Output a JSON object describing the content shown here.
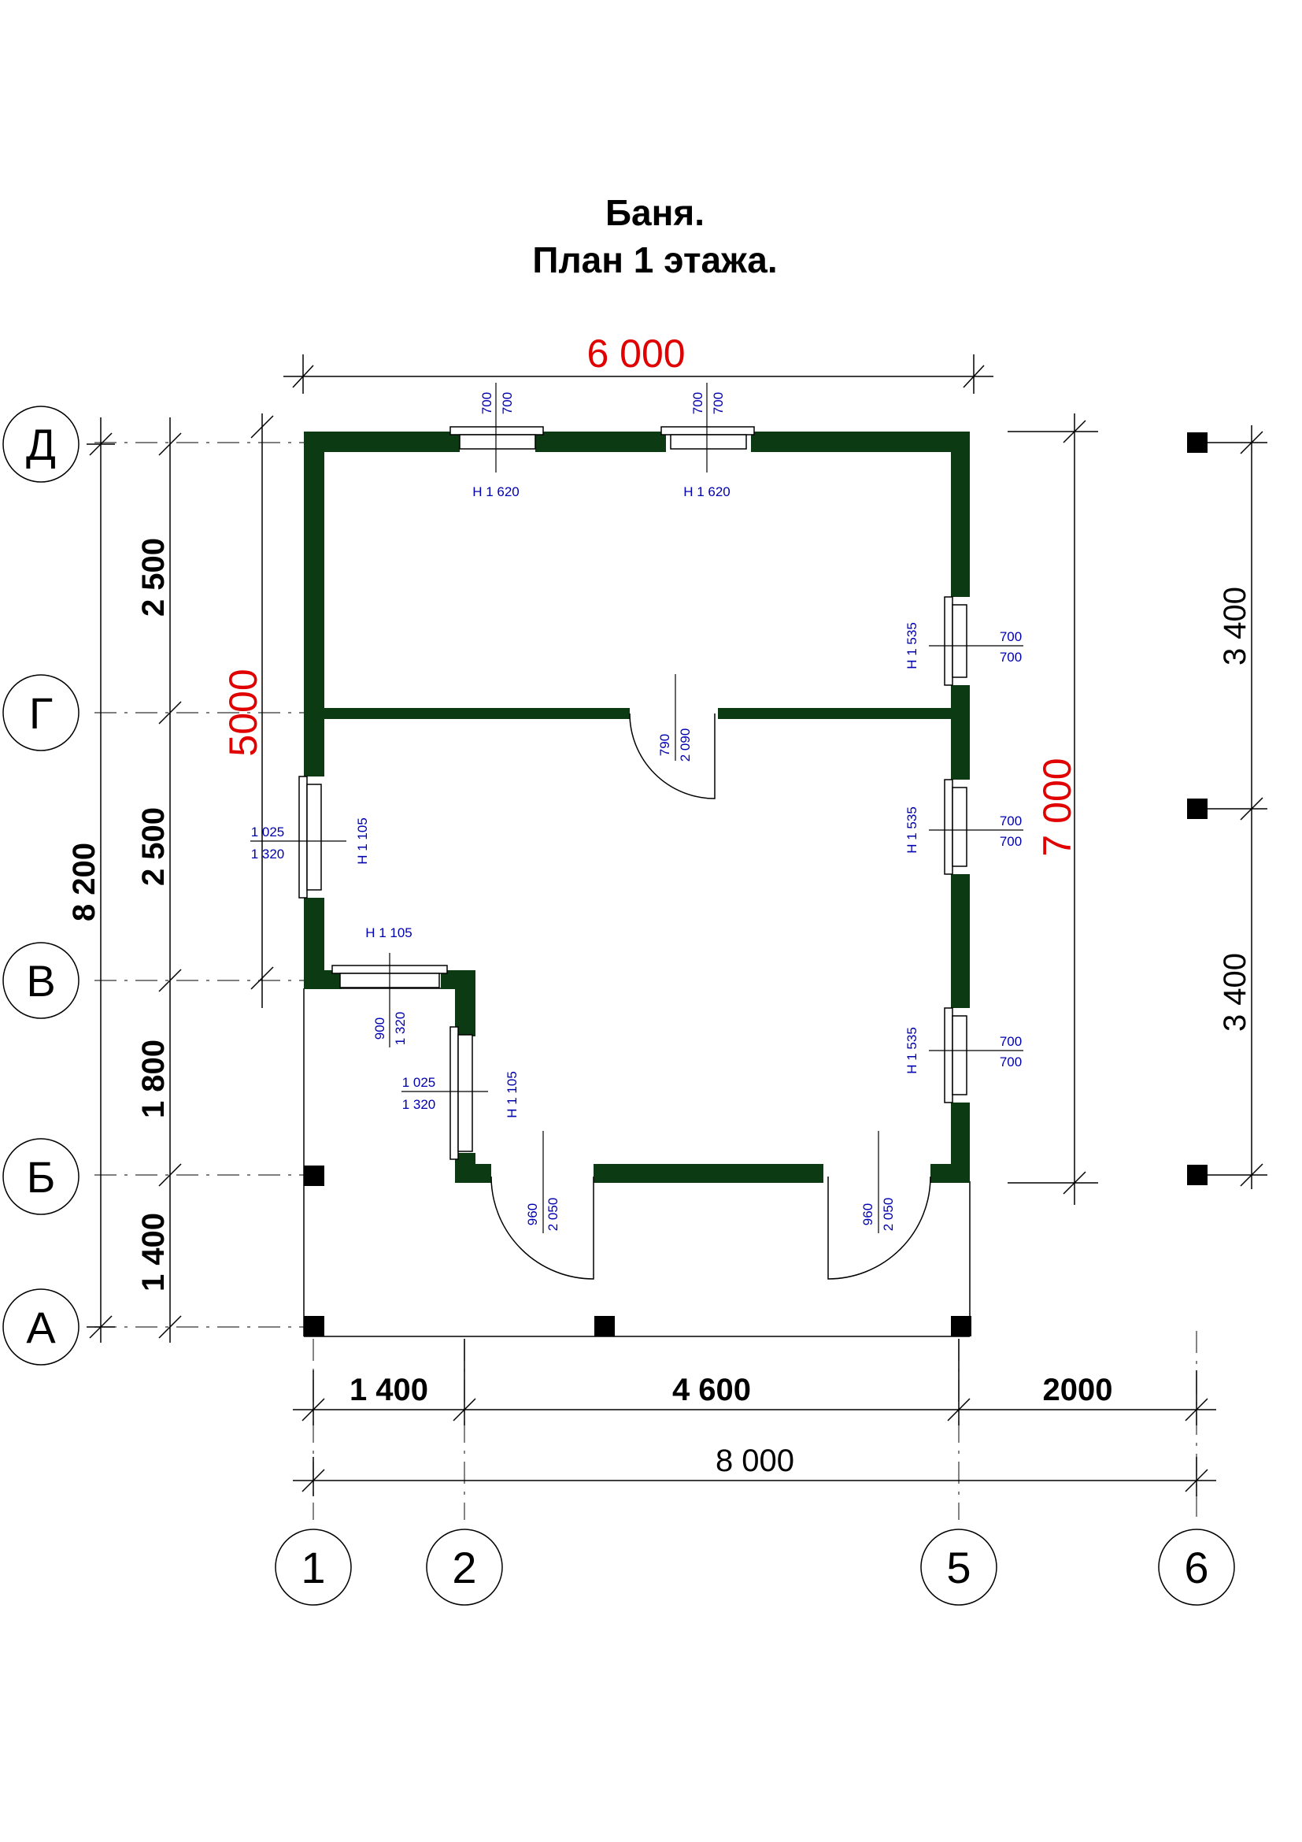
{
  "title": {
    "line1": "Баня.",
    "line2": "План 1 этажа."
  },
  "axes": {
    "rows": [
      "Д",
      "Г",
      "В",
      "Б",
      "А"
    ],
    "columns": [
      "1",
      "2",
      "5",
      "6"
    ]
  },
  "dimensions": {
    "top_overall": "6 000",
    "left_overall": "8 200",
    "left_segments": [
      "2 500",
      "2 500",
      "1 800",
      "1 400"
    ],
    "left_inner_red": "5000",
    "right_red": "7 000",
    "right_segments": [
      "3 400",
      "3 400"
    ],
    "bottom_segments": [
      "1 400",
      "4 600",
      "2000"
    ],
    "bottom_overall": "8 000"
  },
  "openings": {
    "top_window_1": {
      "w": "700",
      "h": "700",
      "sill": "Н 1 620"
    },
    "top_window_2": {
      "w": "700",
      "h": "700",
      "sill": "Н 1 620"
    },
    "right_window_1": {
      "w": "700",
      "h": "700",
      "sill": "Н 1 535"
    },
    "right_window_2": {
      "w": "700",
      "h": "700",
      "sill": "Н 1 535"
    },
    "right_window_3": {
      "w": "700",
      "h": "700",
      "sill": "Н 1 535"
    },
    "left_window": {
      "w": "1 025",
      "h": "1 320",
      "sill": "Н 1 105"
    },
    "inner_window_horizontal": {
      "w": "900",
      "h": "1 320",
      "sill": "Н 1 105"
    },
    "inner_window_vertical": {
      "w": "1 025",
      "h": "1 320",
      "sill": "Н 1 105"
    },
    "door_interior": {
      "w": "790",
      "h": "2 090"
    },
    "door_entry_left": {
      "w": "960",
      "h": "2 050"
    },
    "door_entry_right": {
      "w": "960",
      "h": "2 050"
    }
  },
  "colors": {
    "wall": "#0c3a12",
    "accent_dimension": "#e00000",
    "annotation": "#0000b0"
  }
}
